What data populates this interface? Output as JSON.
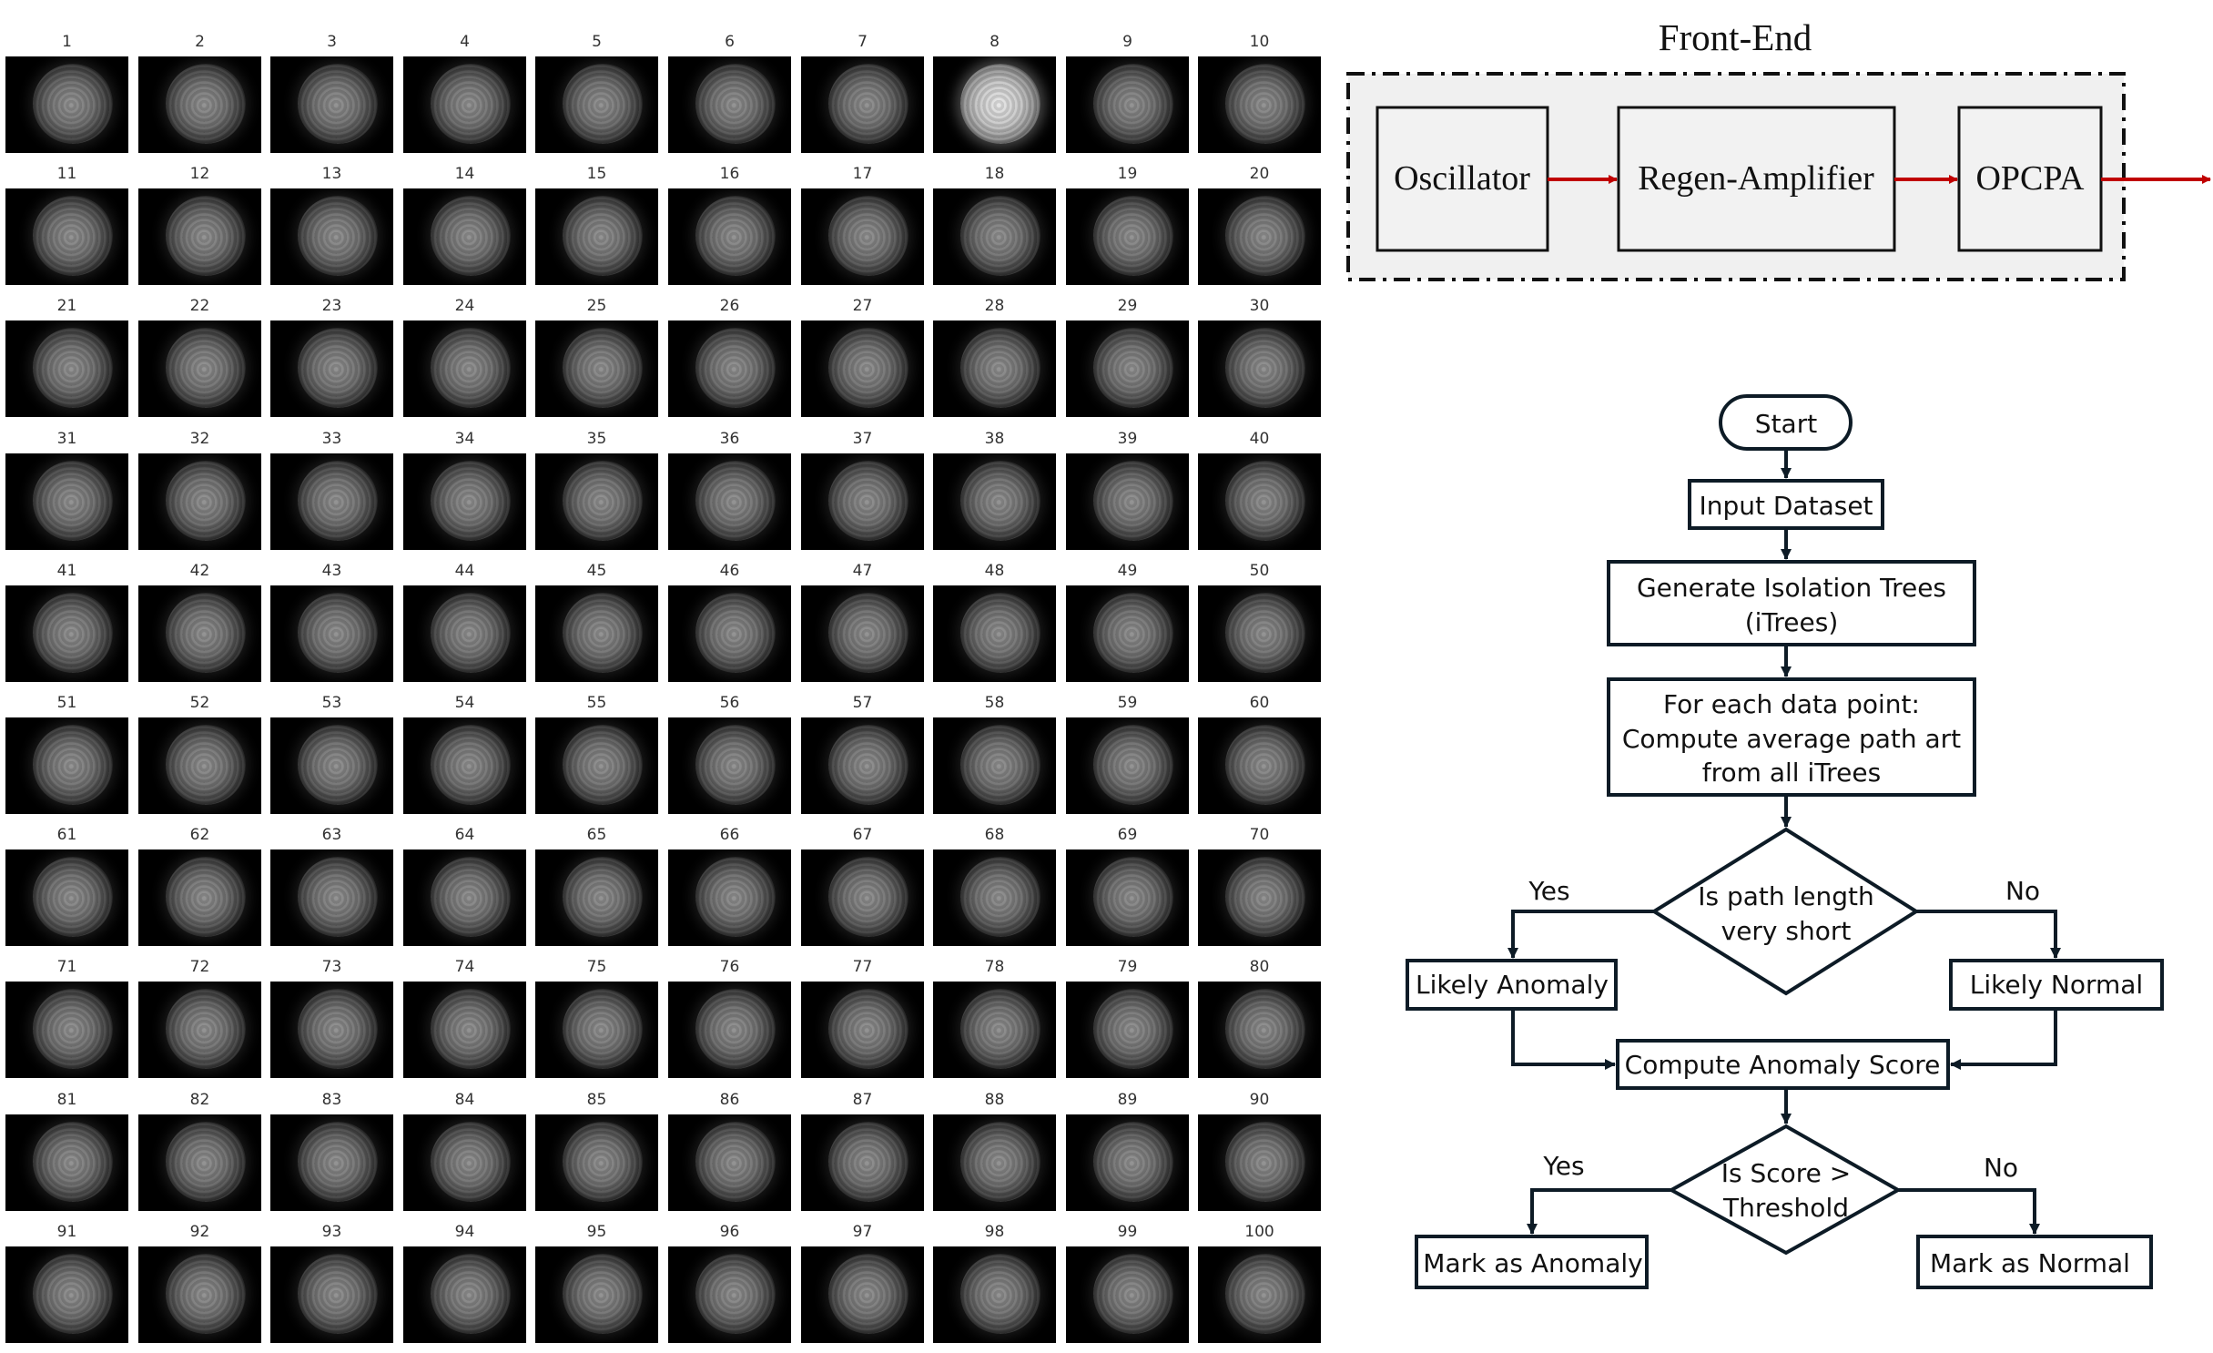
{
  "frames": {
    "labels": [
      "1",
      "2",
      "3",
      "4",
      "5",
      "6",
      "7",
      "8",
      "9",
      "10",
      "11",
      "12",
      "13",
      "14",
      "15",
      "16",
      "17",
      "18",
      "19",
      "20",
      "21",
      "22",
      "23",
      "24",
      "25",
      "26",
      "27",
      "28",
      "29",
      "30",
      "31",
      "32",
      "33",
      "34",
      "35",
      "36",
      "37",
      "38",
      "39",
      "40",
      "41",
      "42",
      "43",
      "44",
      "45",
      "46",
      "47",
      "48",
      "49",
      "50",
      "51",
      "52",
      "53",
      "54",
      "55",
      "56",
      "57",
      "58",
      "59",
      "60",
      "61",
      "62",
      "63",
      "64",
      "65",
      "66",
      "67",
      "68",
      "69",
      "70",
      "71",
      "72",
      "73",
      "74",
      "75",
      "76",
      "77",
      "78",
      "79",
      "80",
      "81",
      "82",
      "83",
      "84",
      "85",
      "86",
      "87",
      "88",
      "89",
      "90",
      "91",
      "92",
      "93",
      "94",
      "95",
      "96",
      "97",
      "98",
      "99",
      "100"
    ],
    "highlighted": "8"
  },
  "front_end": {
    "title": "Front-End",
    "stages": [
      "Oscillator",
      "Regen-Amplifier",
      "OPCPA"
    ],
    "arrow_color": "#c00000",
    "box_fill": "#f2f2f2"
  },
  "flowchart": {
    "start": "Start",
    "input": "Input Dataset",
    "generate_line1": "Generate Isolation Trees",
    "generate_line2": "(iTrees)",
    "compute_line1": "For each data point:",
    "compute_line2": "Compute average path art",
    "compute_line3": "from all iTrees",
    "decision1_line1": "Is path length",
    "decision1_line2": "very short",
    "yes1": "Yes",
    "no1": "No",
    "likely_anomaly": "Likely Anomaly",
    "likely_normal": "Likely Normal",
    "score": "Compute Anomaly Score",
    "decision2_line1": "Is Score >",
    "decision2_line2": "Threshold",
    "yes2": "Yes",
    "no2": "No",
    "mark_anomaly": "Mark as Anomaly",
    "mark_normal": "Mark as Normal",
    "line_color": "#0d1b26"
  }
}
